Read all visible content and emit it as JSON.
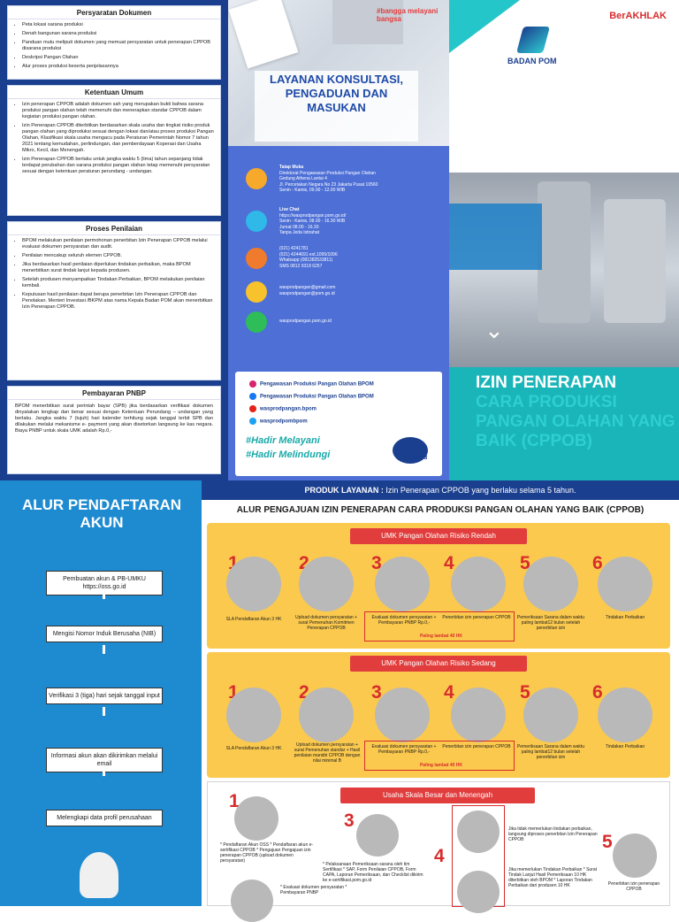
{
  "panel1": {
    "persyaratan_title": "Persyaratan Dokumen",
    "persyaratan_items": [
      "Peta lokasi sarana produksi",
      "Denah bangunan sarana produksi",
      "Panduan mutu meliputi dokumen yang memuat persyaratan untuk penerapan CPPOB disarana produksi",
      "Deskripsi Pangan Olahan",
      "Alur proses produksi beserta penjelasannya"
    ],
    "ketentuan_title": "Ketentuan Umum",
    "ketentuan_items": [
      "Izin penerapan CPPOB adalah dokumen sah yang merupakan bukti bahwa sarana produksi pangan olahan telah memenuhi dan menerapkan standar CPPOB dalam kegiatan produksi pangan olahan.",
      "Izin Penerapan CPPOB diterbitkan berdasarkan skala usaha dan tingkat risiko produk pangan olahan yang diproduksi sesuai dengan lokasi dan/atau proses produksi Pangan Olahan, Klasifikasi skala usaha mengacu pada Peraturan Pemerintah Nomor 7 tahun 2021 tentang kemudahan, perlindungan, dan pemberdayaan Koperasi dan Usaha Mikro, Kecil, dan Menengah.",
      "Izin Penerapan CPPOB berlaku untuk jangka waktu 5 (lima) tahun sepanjang tidak terdapat perubahan dan sarana produksi pangan olahan tetap memenuhi persyaratan sesuai dengan ketentuan peraturan perundang - undangan."
    ],
    "proses_title": "Proses Penilaian",
    "proses_items": [
      "BPOM melakukan penilaian permohonan penerbitan Izin Penerapan CPPOB melalui evaluasi dokumen persyaratan dan audit.",
      "Penilaian mencakup seluruh elemen CPPOB.",
      "Jika berdasarkan hasil penilaian diperlukan tindakan perbaikan, maka BPOM menerbitkan surat tindak lanjut kepada produsen.",
      "Setelah produsen menyampaikan Tindakan Perbaikan, BPOM melakukan penilaian kembali.",
      "Keputusan hasil penilaian dapat berupa penerbitan Izin Penerapan CPPOB dan Penolakan. Menteri Investasi /BKPM atas nama Kepala Badan POM akan menerbitkan Izin Penerapan CPPOB."
    ],
    "pnbp_title": "Pembayaran PNBP",
    "pnbp_text": "BPOM menerbitkan surat perintah bayar (SPB) jika berdasarkan verifikasi dokumen dinyatakan lengkap dan benar sesuai dengan Ketentuan Perundang – undangan yang berlaku. Jangka waktu 7 (tujuh) hari kalender terhitung sejak tanggal terbit SPB dan dilakukan melalui mekanisme e- payment yang akan disetorkan langsung ke kas negara. Biaya PNBP untuk skala UMK adalah Rp.0,-"
  },
  "panel2": {
    "logo_text": "#bangga melayani bangsa",
    "title": "LAYANAN KONSULTASI, PENGADUAN DAN MASUKAN",
    "contacts": [
      {
        "icon": "person-icon",
        "lines": [
          "Tatap Muka",
          "Direktorat Pengawasan Produksi Pangan Olahan",
          "Gedung Athena Lantai 4",
          "Jl. Percetakan Negara No 23 Jakarta Pusat 10560",
          "Senin - Kamis, 09.00 - 12.00 WIB"
        ]
      },
      {
        "icon": "chat-icon",
        "lines": [
          "Live Chat",
          "https://wasprodpangan.pom.go.id/",
          "Senin - Kamis, 08.00 - 16.30 WIB",
          "Jumat 08.00 - 16.30",
          "Tanpa Jeda Istirahat"
        ]
      },
      {
        "icon": "phone-icon",
        "lines": [
          "(021) 4241781",
          "(021) 4244691 ext.1095/1096",
          "Whatsapp (081382533811)",
          "SMS 0812 9318 6257"
        ]
      },
      {
        "icon": "email-icon",
        "lines": [
          "wasprodpangan@gmail.com",
          "wasprodpangan@pom.go.id"
        ]
      },
      {
        "icon": "globe-icon",
        "lines": [
          "wasprodpangan.pom.go.id"
        ]
      }
    ],
    "socials": [
      "Pengawasan Produksi Pangan Olahan BPOM",
      "Pengawasan Produksi Pangan Olahan BPOM",
      "wasprodpangan.bpom",
      "wasprodpombpom"
    ],
    "hashtags": [
      "#Hadir Melayani",
      "#Hadir Melindungi"
    ],
    "hotline": "1500533"
  },
  "panel3": {
    "berakhlak": "BerAKHLAK",
    "logo": "BADAN POM",
    "title_white": "IZIN PENERAPAN",
    "title_teal": "CARA PRODUKSI PANGAN OLAHAN YANG BAIK (CPPOB)"
  },
  "alur": {
    "title": "ALUR PENDAFTARAN AKUN",
    "steps": [
      "Pembuatan akun & PB-UMKU https://oss.go.id",
      "Mengisi Nomor Induk Berusaha (NIB)",
      "Verifikasi 3 (tiga) hari sejak tanggal input",
      "Informasi akun akan dikirimkan melalui email",
      "Melengkapi data profil perusahaan"
    ]
  },
  "main": {
    "produk_label": "PRODUK LAYANAN :",
    "produk_text": "Izin Penerapan CPPOB yang berlaku selama 5 tahun.",
    "alur_title": "ALUR PENGAJUAN IZIN PENERAPAN CARA PRODUKSI PANGAN OLAHAN YANG BAIK (CPPOB)",
    "rendah_banner": "UMK Pangan Olahan Risiko Rendah",
    "rendah_labels": [
      "SLA Pendaftaran Akun 3 HK",
      "Upload dokumen persyaratan + surat Pemenuhan Komitmen Penerapan CPPOB",
      "Evaluasi dokumen persyaratan + Pembayaran PNBP Rp.0,-",
      "Penerbitan izin penerapan CPPOB",
      "Pemeriksaan Sarana dalam waktu paling lambat12 bulan setelah penerbitan izin",
      "Tindakan Perbaikan"
    ],
    "rendah_note": "Paling lambat 40 HK",
    "sedang_banner": "UMK Pangan Olahan Risiko Sedang",
    "sedang_labels": [
      "SLA Pendaftaran Akun 3 HK",
      "Upload dokumen persyaratan + surat Pemenuhan standar + Hasil penilaian mandiri CPPOB dengan nilai minimal B",
      "Evaluasi dokumen persyaratan + Pembayaran PNBP Rp.0,-",
      "Penerbitan izin penerapan CPPOB",
      "Pemeriksaan Sarana dalam waktu paling lambat12 bulan setelah penerbitan izin",
      "Tindakan Perbaikan"
    ],
    "sedang_note": "Paling lambat 40 HK",
    "besar_banner": "Usaha Skala Besar dan Menengah",
    "besar_texts": [
      "* Pendaftaran Akun OSS * Pendaftaran akun e-sertifikasi CPPOB * Pengajuan Pengajuan izin penerapan CPPOB (upload dokumen persyaratan)",
      "* Evaluasi dokumen persyaratan * Pembayaran PNBP",
      "* Pelaksanaan Pemeriksaan sarana oleh tim Sertifikasi * SAP, Form Penilaian CPPOB, Form CAPA, Laporan Pemeriksaan, dan Checklist dikirim ke e-sertifikasi.pom.go.id",
      "Jika tidak memerlukan tindakan perbaikan, langsung diproses penerbitan Izin Penerapan CPPOB",
      "Jika memerlukan Tindakan Perbaikan * Surat Tindak Lanjut Hasil Pemeriksaan 10 HK diterbitkan oleh BPOM * Laporan Tindakan Perbaikan dari produsen 10 HK",
      "Penerbitan izin penerapan CPPOB"
    ]
  }
}
